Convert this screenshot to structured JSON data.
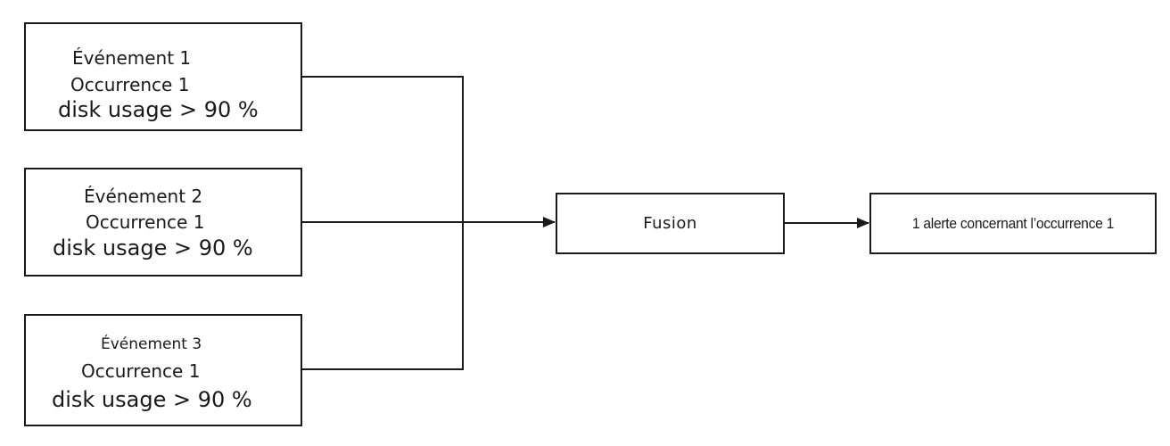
{
  "events": [
    {
      "title": "Événement 1",
      "occurrence": "Occurrence 1",
      "rule": "disk  usage > 90 %"
    },
    {
      "title": "Événement 2",
      "occurrence": "Occurrence 1",
      "rule": "disk  usage > 90 %"
    },
    {
      "title": "Événement 3",
      "occurrence": "Occurrence 1",
      "rule": "disk  usage > 90 %"
    }
  ],
  "fusion": {
    "label": "Fusion"
  },
  "alert": {
    "label": "1 alerte concernant l’occurrence 1"
  },
  "colors": {
    "line": "#1a1a1a",
    "background": "#ffffff"
  }
}
